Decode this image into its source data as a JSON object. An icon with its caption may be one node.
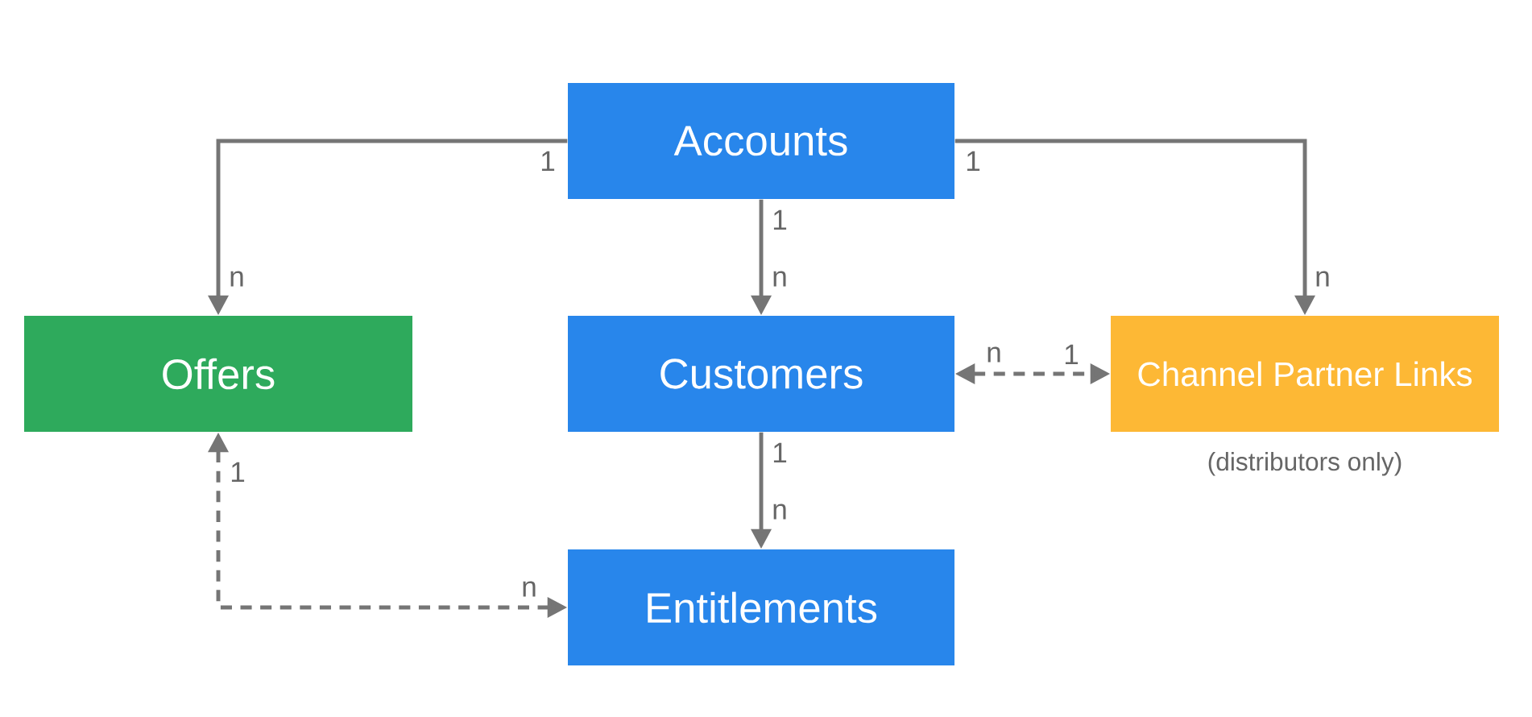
{
  "diagram": {
    "nodes": [
      {
        "text": [
          "Accounts"
        ]
      },
      {
        "text": [
          "Offers"
        ]
      },
      {
        "text": [
          "Customers"
        ]
      },
      {
        "text": [
          "Channel Partner Links"
        ],
        "beside": [
          "(distributors only)"
        ]
      },
      {
        "text": [
          "Entitlements"
        ]
      }
    ],
    "edges": [
      {
        "from": 0,
        "to": 1,
        "arrow": "to"
      },
      {
        "from": 0,
        "to": 2,
        "arrow": "to"
      },
      {
        "from": 0,
        "to": 3,
        "arrow": "to"
      },
      {
        "from": 2,
        "to": 3,
        "arrow": "both",
        "style": "dashed"
      },
      {
        "from": 2,
        "to": 4,
        "arrow": "to"
      },
      {
        "from": 1,
        "to": 4,
        "arrow": "both",
        "style": "dashed"
      }
    ],
    "labels": [
      "1",
      "1",
      "1",
      "n",
      "n",
      "n",
      "n",
      "1",
      "1",
      "1",
      "n",
      "n"
    ]
  }
}
